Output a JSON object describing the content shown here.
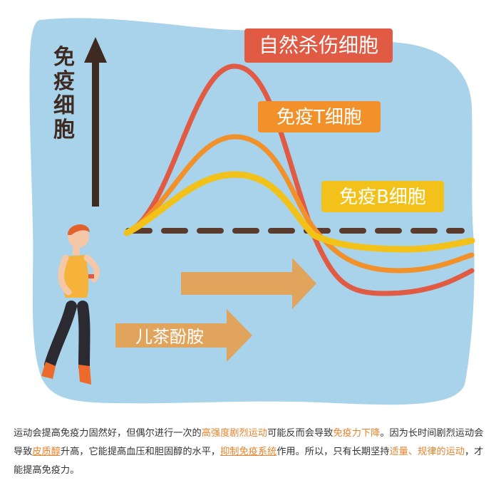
{
  "diagram": {
    "y_axis_label": "免疫细胞",
    "labels": {
      "nk": "自然杀伤细胞",
      "t": "免疫T细胞",
      "b": "免疫B细胞",
      "catecholamine": "儿茶酚胺"
    },
    "colors": {
      "background_blob": "#a9d3ea",
      "nk_curve": "#e05a44",
      "t_curve": "#f2902a",
      "b_curve": "#f2c21a",
      "baseline": "#5b3b2e",
      "arrow": "#e0a45c",
      "axis_arrow": "#3f2a22"
    }
  },
  "caption": {
    "p1": "运动会提高免疫力固然好，但偶尔进行一次的",
    "hl1": "高强度剧烈运动",
    "p2": "可能反而会导致",
    "hl2": "免疫力下降",
    "p3": "。因为长时间剧烈运动会导致",
    "hl3": "皮质醇",
    "p4": "升高，它能提高血压和胆固醇的水平，",
    "hl4": "抑制免疫系统",
    "p5": "作用。所以，只有长期坚持",
    "hl5": "适量、规律的运动",
    "p6": "，才能提高免疫力。"
  }
}
